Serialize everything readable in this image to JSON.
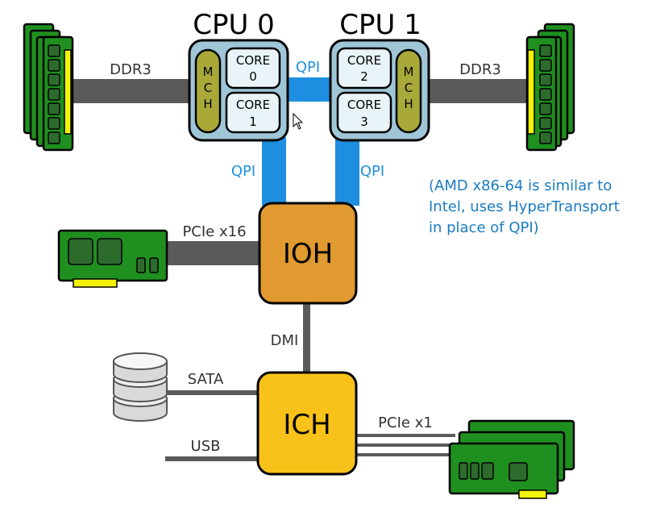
{
  "cpu0": {
    "title": "CPU 0",
    "mch": "MCH",
    "cores": [
      "CORE\n0",
      "CORE\n1"
    ]
  },
  "cpu1": {
    "title": "CPU 1",
    "mch": "MCH",
    "cores": [
      "CORE\n2",
      "CORE\n3"
    ]
  },
  "links": {
    "ddr_left": "DDR3",
    "ddr_right": "DDR3",
    "qpi_between": "QPI",
    "qpi_left": "QPI",
    "qpi_right": "QPI",
    "pcie_x16": "PCIe x16",
    "dmi": "DMI",
    "sata": "SATA",
    "usb": "USB",
    "pcie_x1": "PCIe x1"
  },
  "chips": {
    "ioh": "IOH",
    "ich": "ICH"
  },
  "note": [
    "(AMD x86-64 is similar to",
    "Intel, uses HyperTransport",
    "in place of QPI)"
  ],
  "colors": {
    "qpi_blue": "#1e8fe0",
    "gray_bus": "#5a5a5a",
    "cpu_fill": "#9fc6d6",
    "mch_fill": "#a9a93a",
    "core_fill": "#e9f4f8",
    "ioh_fill": "#e09a30",
    "ich_fill": "#f8c21a",
    "board_green": "#1f8f1f",
    "chip_dark": "#2d6b2d",
    "yellow": "#f2f20a",
    "note_blue": "#1a7dc1"
  }
}
